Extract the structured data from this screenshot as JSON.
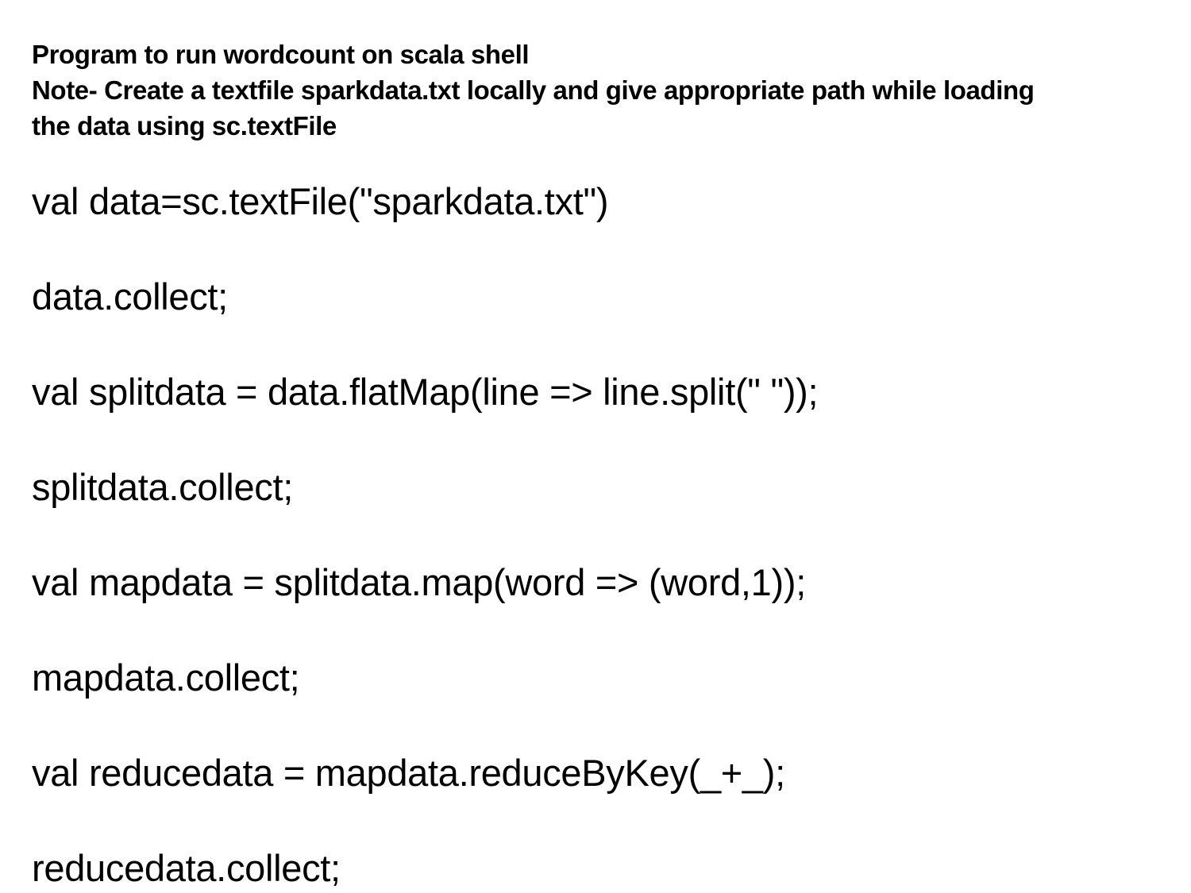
{
  "header": {
    "title": "Program to run wordcount on scala shell",
    "note_line1": "Note- Create a textfile sparkdata.txt locally and give appropriate path while loading",
    "note_line2": "the data using sc.textFile"
  },
  "code_lines": [
    "val data=sc.textFile(\"sparkdata.txt\")",
    "data.collect;",
    "val splitdata = data.flatMap(line => line.split(\" \"));",
    "splitdata.collect;",
    "val mapdata = splitdata.map(word => (word,1));",
    "mapdata.collect;",
    "val reducedata = mapdata.reduceByKey(_+_);",
    "reducedata.collect;"
  ]
}
